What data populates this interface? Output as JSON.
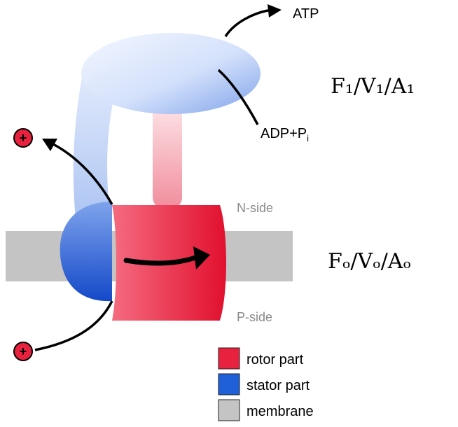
{
  "labels": {
    "atp": "ATP",
    "adp": "ADP+P",
    "adp_subscript": "i",
    "f1_label": "F₁/V₁/A₁",
    "fo_label": "Fₒ/Vₒ/Aₒ",
    "n_side": "N-side",
    "p_side": "P-side",
    "proton_symbol": "+"
  },
  "legend": {
    "items": [
      {
        "label": "rotor part",
        "color": "#e8213f"
      },
      {
        "label": "stator part",
        "color": "#1f5fd8"
      },
      {
        "label": "membrane",
        "color": "#c4c4c4"
      }
    ]
  },
  "colors": {
    "membrane": "#c4c4c4",
    "rotor": "#e8213f",
    "stator": "#1f5fd8",
    "head_light": "#eef3ff",
    "head_dark": "#8fb0ee",
    "stalk": "#f6a9b4",
    "proton": "#e8213f",
    "side_label": "#8a8a8a"
  }
}
